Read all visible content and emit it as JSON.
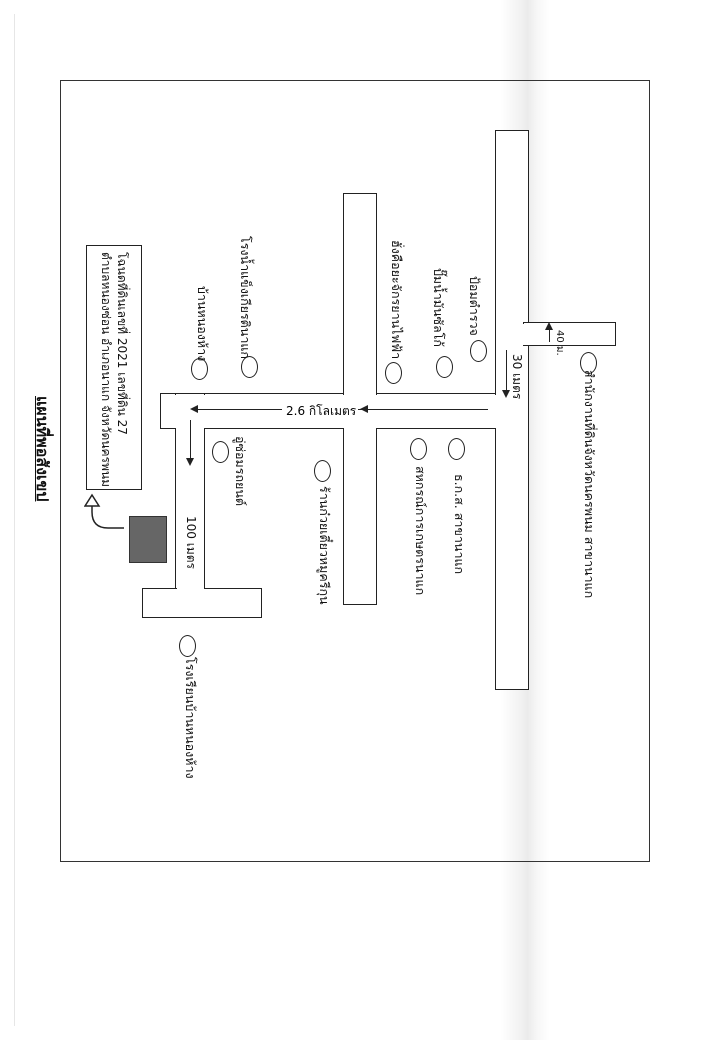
{
  "title": "แผนที่พอสังเขป",
  "deed": {
    "line1": "โฉนดที่ดินเลขที่ 2021 เลขที่ดิน 27",
    "line2": "ตำบลหนองซ่อน อำเภอนาแก จังหวัดนครพนม"
  },
  "distances": {
    "main": "2.6 กิโลเมตร",
    "side": "100 เมตร",
    "top": "30 เมตร",
    "branch": "40 ม."
  },
  "places": {
    "ban_nonghang": "บ้านหนองห้าง",
    "rice_mill": "โรงน้ำแข็งเกียรตินาแก",
    "garage": "อู่ซ่อมรถยนต์",
    "noodle_shop": "ร้านก๋วยเตี๋ยวหมูครีกุน",
    "school": "โรงเรียนบ้านหนองห้าง",
    "motorcycle_shop": "ฮั่งคือยะจักรยานไฟฟ้า",
    "gas_station": "ปั๊มน้ำมันซัลโก้",
    "police_box": "ป้อมตำรวจ",
    "coop": "สหกรณ์การเกษตรนาแก",
    "baac": "ธ.ก.ส. สาขานาแก",
    "land_office": "สำนักงานที่ดินจังหวัดนครพนม สาขานาแก"
  }
}
